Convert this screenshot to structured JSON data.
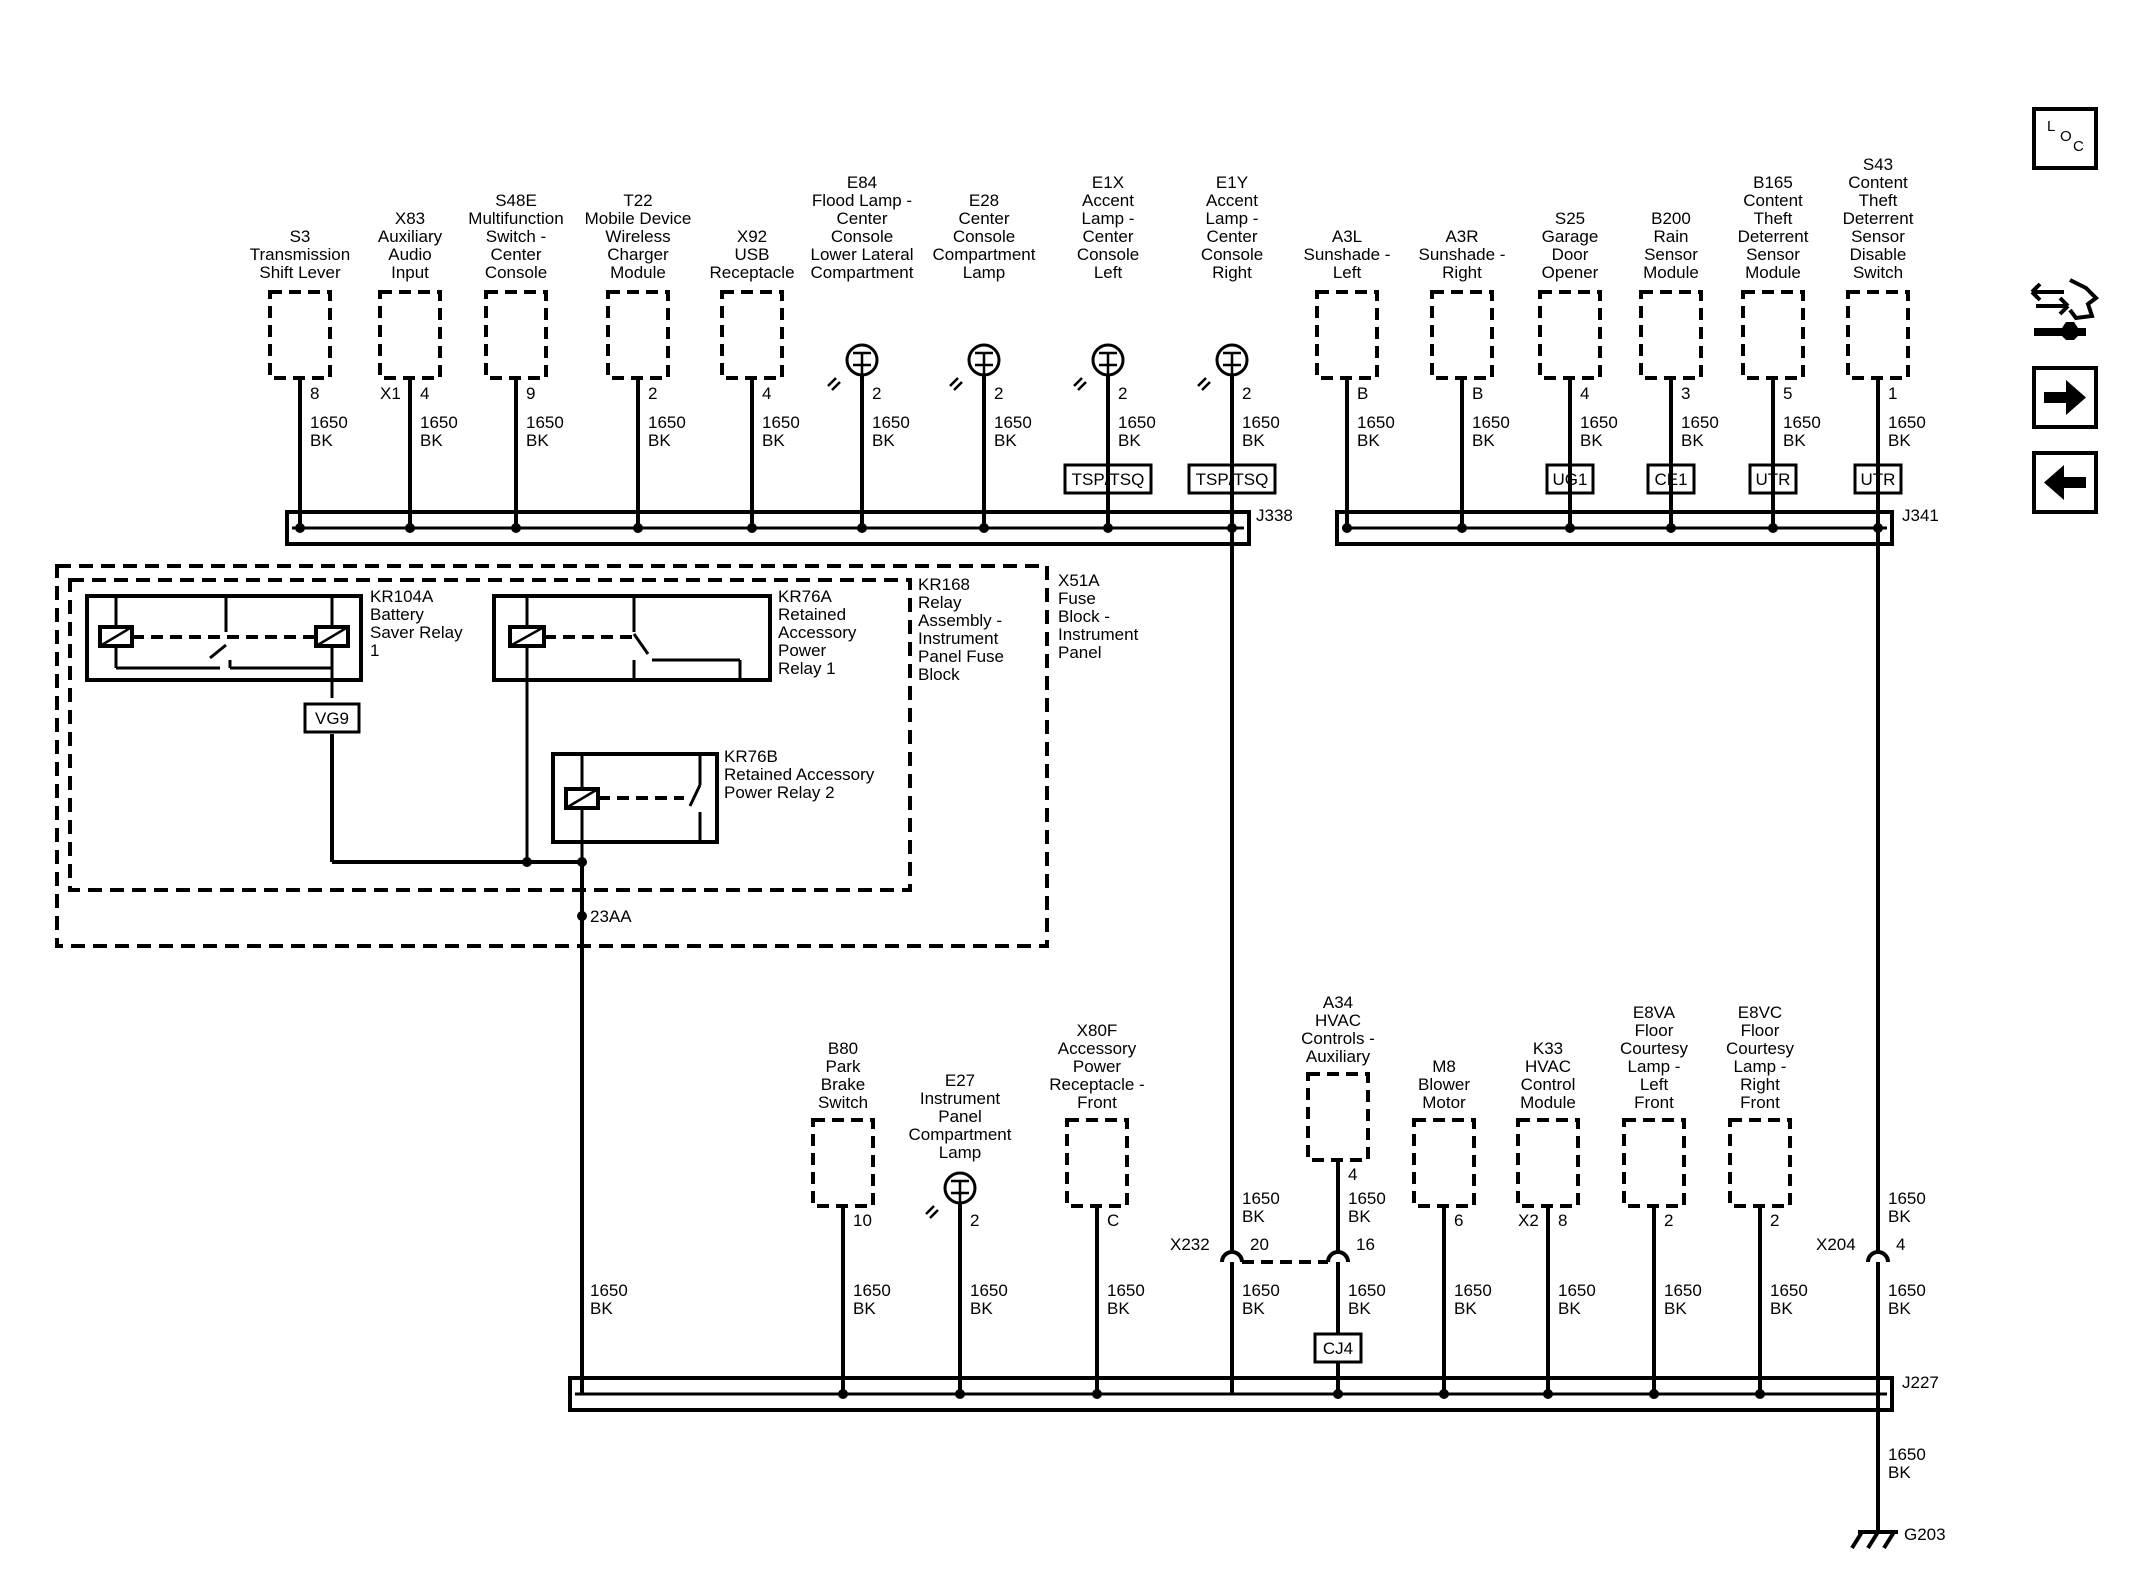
{
  "nav": {
    "loc_l": "L",
    "loc_o": "O",
    "loc_c": "C"
  },
  "splices": {
    "j338": "J338",
    "j341": "J341",
    "j227": "J227",
    "x232": "X232",
    "x204": "X204",
    "g203": "G203",
    "n23aa": "23AA"
  },
  "top_components": [
    {
      "lines": [
        "S3",
        "Transmission",
        "Shift Lever"
      ],
      "pin": "8",
      "connector": ""
    },
    {
      "lines": [
        "X83",
        "Auxiliary",
        "Audio",
        "Input"
      ],
      "pin": "4",
      "connector": "X1"
    },
    {
      "lines": [
        "S48E",
        "Multifunction",
        "Switch -",
        "Center",
        "Console"
      ],
      "pin": "9",
      "connector": ""
    },
    {
      "lines": [
        "T22",
        "Mobile Device",
        "Wireless",
        "Charger",
        "Module"
      ],
      "pin": "2",
      "connector": ""
    },
    {
      "lines": [
        "X92",
        "USB",
        "Receptacle"
      ],
      "pin": "4",
      "connector": ""
    },
    {
      "lines": [
        "E84",
        "Flood Lamp -",
        "Center",
        "Console",
        "Lower Lateral",
        "Compartment"
      ],
      "pin": "2",
      "connector": ""
    },
    {
      "lines": [
        "E28",
        "Center",
        "Console",
        "Compartment",
        "Lamp"
      ],
      "pin": "2",
      "connector": ""
    },
    {
      "lines": [
        "E1X",
        "Accent",
        "Lamp -",
        "Center",
        "Console",
        "Left"
      ],
      "pin": "2",
      "connector": ""
    },
    {
      "lines": [
        "E1Y",
        "Accent",
        "Lamp -",
        "Center",
        "Console",
        "Right"
      ],
      "pin": "2",
      "connector": ""
    },
    {
      "lines": [
        "A3L",
        "Sunshade -",
        "Left"
      ],
      "pin": "B",
      "connector": ""
    },
    {
      "lines": [
        "A3R",
        "Sunshade -",
        "Right"
      ],
      "pin": "B",
      "connector": ""
    },
    {
      "lines": [
        "S25",
        "Garage",
        "Door",
        "Opener"
      ],
      "pin": "4",
      "connector": ""
    },
    {
      "lines": [
        "B200",
        "Rain",
        "Sensor",
        "Module"
      ],
      "pin": "3",
      "connector": ""
    },
    {
      "lines": [
        "B165",
        "Content",
        "Theft",
        "Deterrent",
        "Sensor",
        "Module"
      ],
      "pin": "5",
      "connector": ""
    },
    {
      "lines": [
        "S43",
        "Content",
        "Theft",
        "Deterrent",
        "Sensor",
        "Disable",
        "Switch"
      ],
      "pin": "1",
      "connector": ""
    }
  ],
  "top_options": [
    "TSP/TSQ",
    "TSP/TSQ",
    "UG1",
    "CE1",
    "UTR",
    "UTR"
  ],
  "bottom_components": [
    {
      "lines": [
        "B80",
        "Park",
        "Brake",
        "Switch"
      ],
      "pin": "10",
      "connector": ""
    },
    {
      "lines": [
        "E27",
        "Instrument",
        "Panel",
        "Compartment",
        "Lamp"
      ],
      "pin": "2",
      "connector": ""
    },
    {
      "lines": [
        "X80F",
        "Accessory",
        "Power",
        "Receptacle -",
        "Front"
      ],
      "pin": "C",
      "connector": ""
    },
    {
      "lines": [
        "A34",
        "HVAC",
        "Controls -",
        "Auxiliary"
      ],
      "pin": "4",
      "connector": ""
    },
    {
      "lines": [
        "M8",
        "Blower",
        "Motor"
      ],
      "pin": "6",
      "connector": ""
    },
    {
      "lines": [
        "K33",
        "HVAC",
        "Control",
        "Module"
      ],
      "pin": "8",
      "connector": "X2"
    },
    {
      "lines": [
        "E8VA",
        "Floor",
        "Courtesy",
        "Lamp -",
        "Left",
        "Front"
      ],
      "pin": "2",
      "connector": ""
    },
    {
      "lines": [
        "E8VC",
        "Floor",
        "Courtesy",
        "Lamp -",
        "Right",
        "Front"
      ],
      "pin": "2",
      "connector": ""
    }
  ],
  "inline_pins": {
    "x232_top": "20",
    "x232_bottom": "16",
    "x204": "4"
  },
  "bottom_options": [
    "CJ4"
  ],
  "wire": {
    "circuit": "1650",
    "color": "BK"
  },
  "fuse_block": {
    "lines": [
      "X51A",
      "Fuse",
      "Block -",
      "Instrument",
      "Panel"
    ]
  },
  "relay_assembly": {
    "lines": [
      "KR168",
      "Relay",
      "Assembly -",
      "Instrument",
      "Panel Fuse",
      "Block"
    ]
  },
  "relays": [
    {
      "lines": [
        "KR104A",
        "Battery",
        "Saver Relay",
        "1"
      ]
    },
    {
      "lines": [
        "KR76A",
        "Retained",
        "Accessory",
        "Power",
        "Relay 1"
      ]
    },
    {
      "lines": [
        "KR76B",
        "Retained Accessory",
        "Power Relay 2"
      ]
    }
  ],
  "relay_options": [
    "VG9"
  ]
}
